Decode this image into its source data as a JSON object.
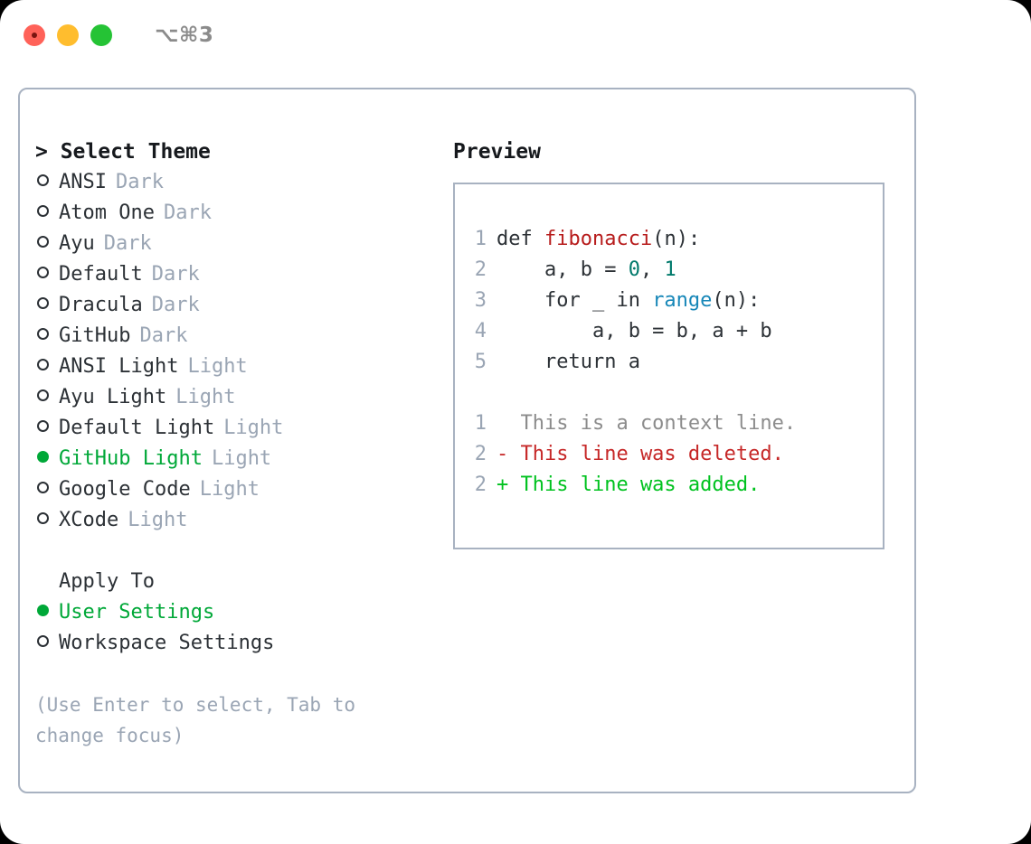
{
  "titlebar": {
    "shortcut": "⌥⌘3",
    "buttons": [
      {
        "name": "close",
        "color": "#ff6259"
      },
      {
        "name": "minimize",
        "color": "#ffbd2e"
      },
      {
        "name": "zoom",
        "color": "#25c335"
      }
    ]
  },
  "theme_picker": {
    "header": "> Select Theme",
    "items": [
      {
        "label": "ANSI",
        "tag": "Dark",
        "selected": false
      },
      {
        "label": "Atom One",
        "tag": "Dark",
        "selected": false
      },
      {
        "label": "Ayu",
        "tag": "Dark",
        "selected": false
      },
      {
        "label": "Default",
        "tag": "Dark",
        "selected": false
      },
      {
        "label": "Dracula",
        "tag": "Dark",
        "selected": false
      },
      {
        "label": "GitHub",
        "tag": "Dark",
        "selected": false
      },
      {
        "label": "ANSI Light",
        "tag": "Light",
        "selected": false
      },
      {
        "label": "Ayu Light",
        "tag": "Light",
        "selected": false
      },
      {
        "label": "Default Light",
        "tag": "Light",
        "selected": false
      },
      {
        "label": "GitHub Light",
        "tag": "Light",
        "selected": true
      },
      {
        "label": "Google Code",
        "tag": "Light",
        "selected": false
      },
      {
        "label": "XCode",
        "tag": "Light",
        "selected": false
      }
    ]
  },
  "apply_to": {
    "title": "Apply To",
    "items": [
      {
        "label": "User Settings",
        "selected": true
      },
      {
        "label": "Workspace Settings",
        "selected": false
      }
    ]
  },
  "hint": "(Use Enter to select, Tab to change focus)",
  "preview": {
    "title": "Preview",
    "code_lines": [
      {
        "no": "1",
        "parts": [
          {
            "text": "def ",
            "kind": "plain"
          },
          {
            "text": "fibonacci",
            "kind": "fn"
          },
          {
            "text": "(n):",
            "kind": "plain"
          }
        ]
      },
      {
        "no": "2",
        "parts": [
          {
            "text": "    a, b = ",
            "kind": "plain"
          },
          {
            "text": "0",
            "kind": "num"
          },
          {
            "text": ", ",
            "kind": "plain"
          },
          {
            "text": "1",
            "kind": "num"
          }
        ]
      },
      {
        "no": "3",
        "parts": [
          {
            "text": "    for _ in ",
            "kind": "plain"
          },
          {
            "text": "range",
            "kind": "call"
          },
          {
            "text": "(n):",
            "kind": "plain"
          }
        ]
      },
      {
        "no": "4",
        "parts": [
          {
            "text": "        a, b = b, a + b",
            "kind": "plain"
          }
        ]
      },
      {
        "no": "5",
        "parts": [
          {
            "text": "    return a",
            "kind": "plain"
          }
        ]
      }
    ],
    "diff_lines": [
      {
        "no": "1",
        "marker": "  ",
        "text": "This is a context line.",
        "kind": "context"
      },
      {
        "no": "2",
        "marker": "- ",
        "text": "This line was deleted.",
        "kind": "del"
      },
      {
        "no": "2",
        "marker": "+ ",
        "text": "This line was added.",
        "kind": "add"
      }
    ]
  },
  "colors": {
    "accent_green": "#00a838",
    "muted": "#9aa5b4",
    "text": "#2c3136",
    "border": "#a8b2c1",
    "diff_add": "#00c21f",
    "diff_del": "#c62828",
    "fn": "#b71c1c",
    "num": "#00796b",
    "call": "#1787b8"
  }
}
